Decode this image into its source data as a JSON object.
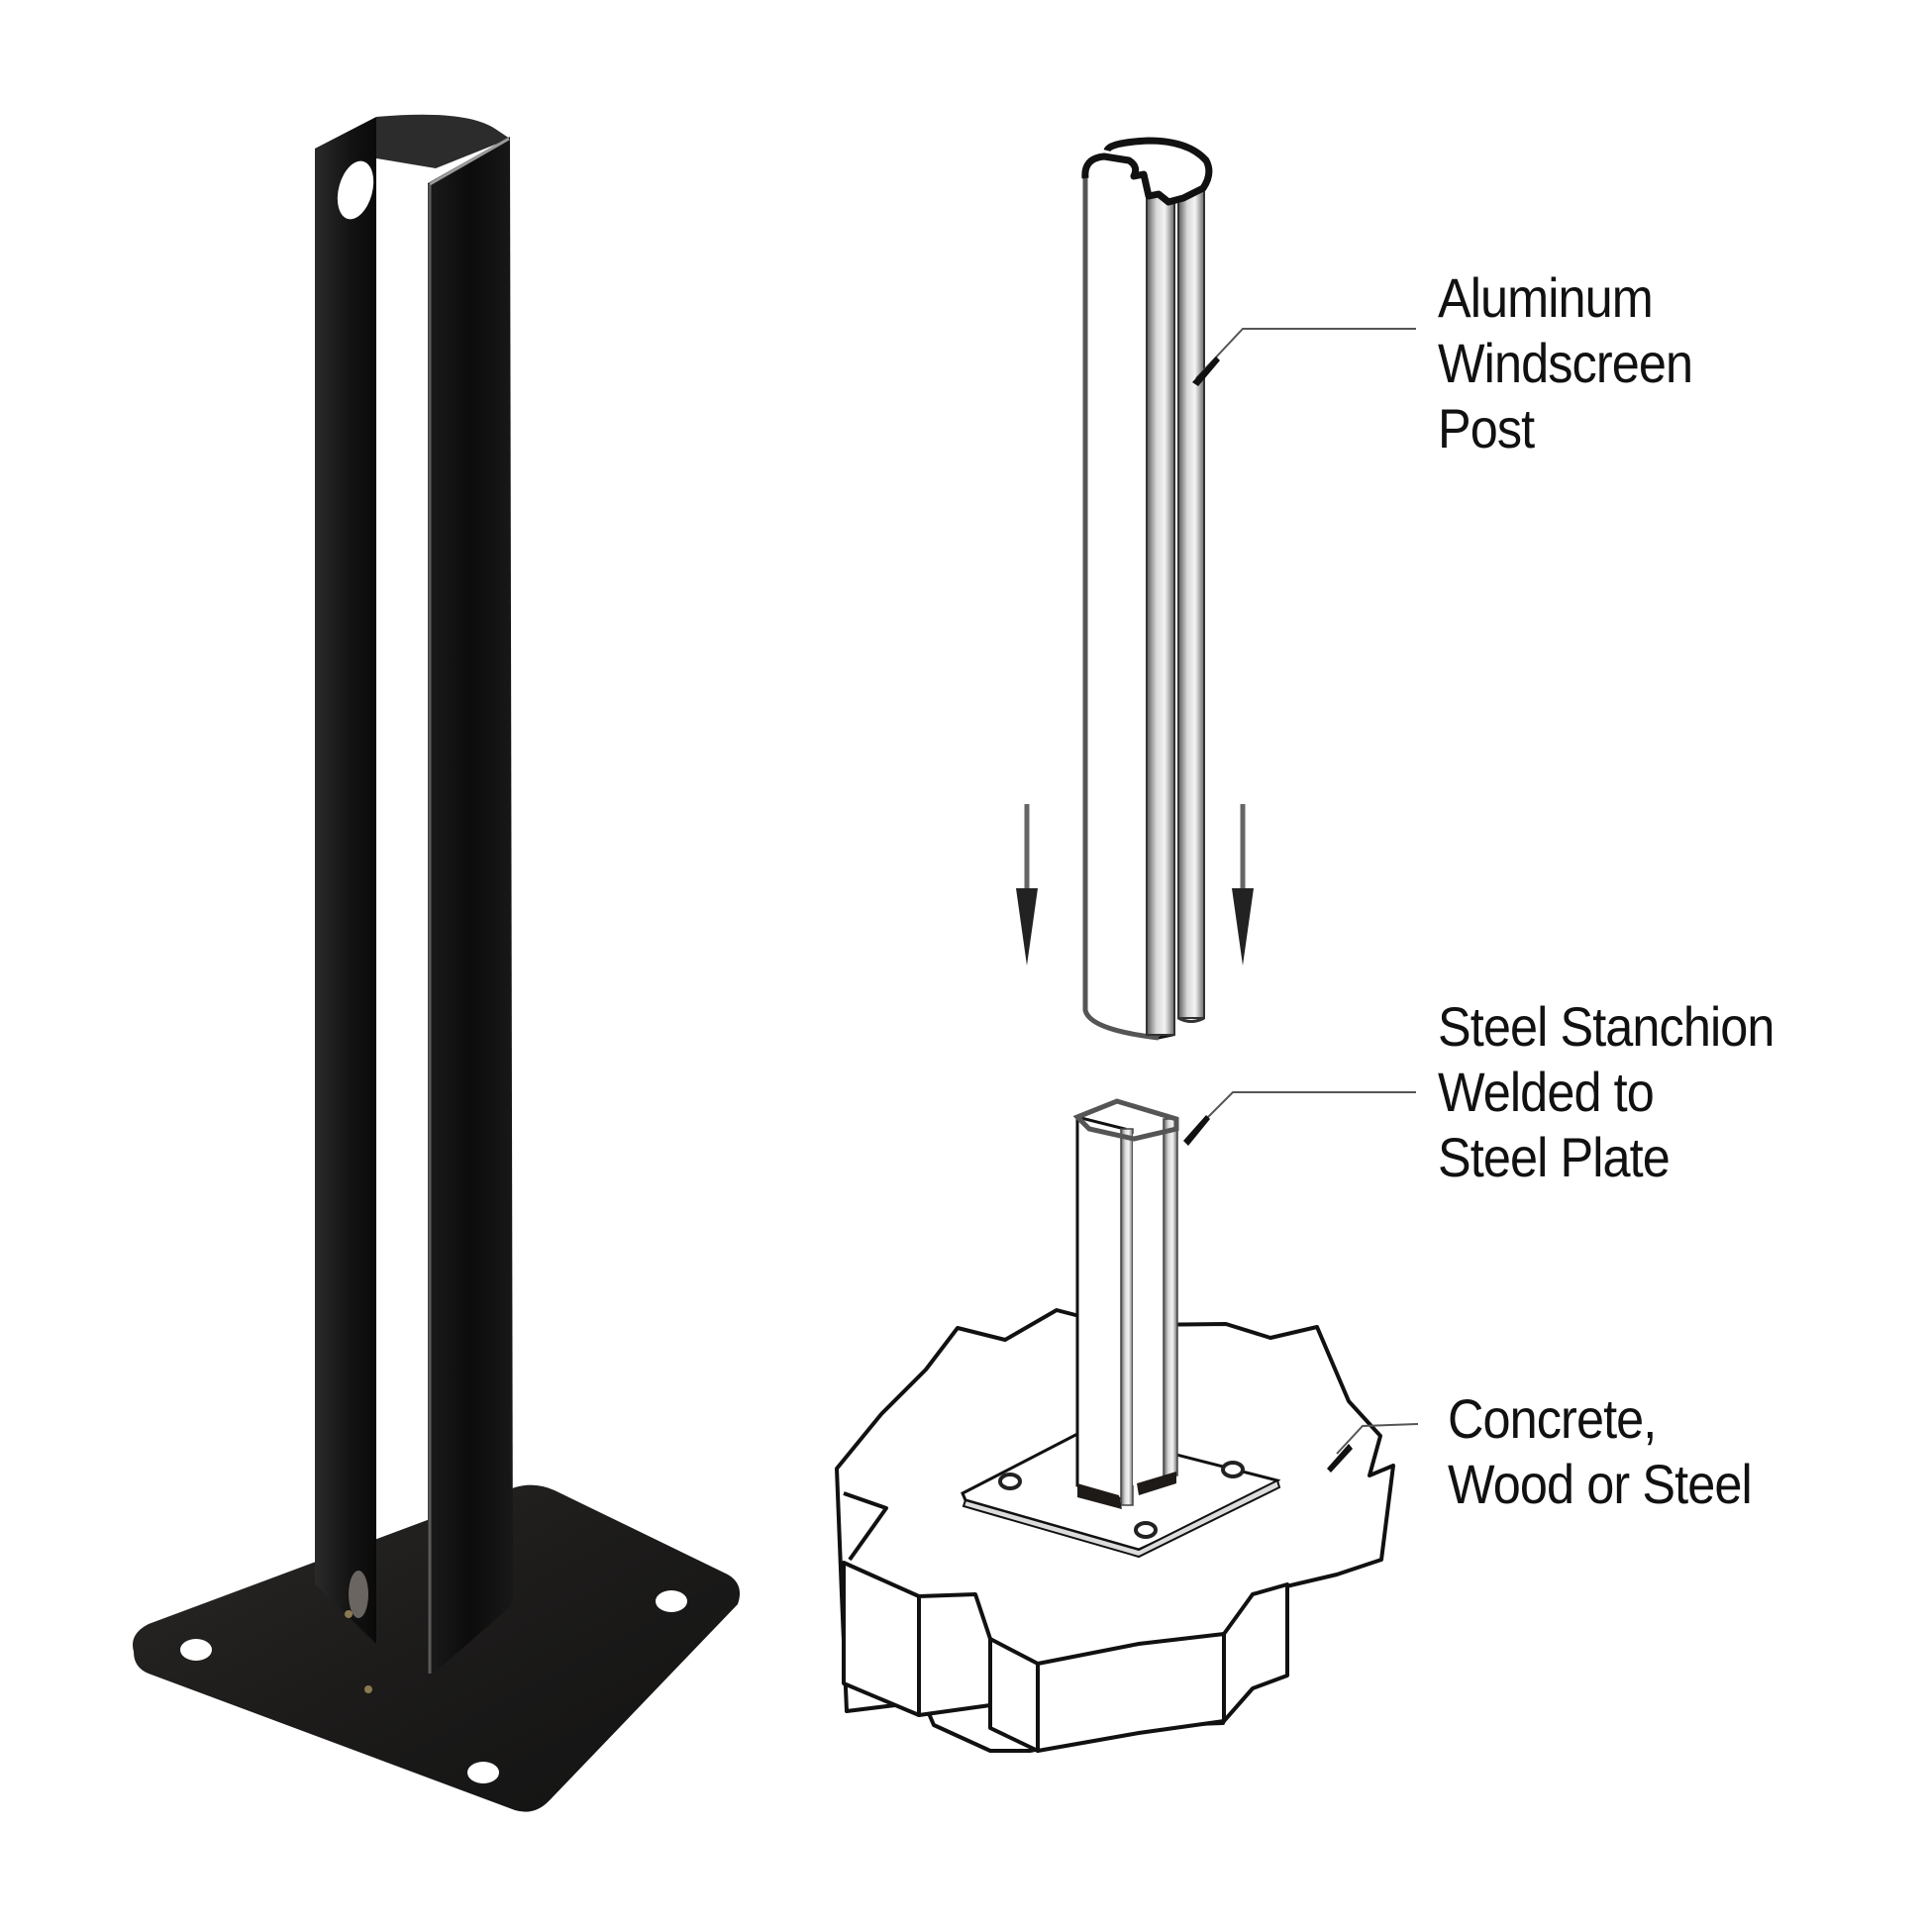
{
  "diagram": {
    "type": "product-installation-diagram",
    "background": "#ffffff",
    "photo": {
      "subject": "black steel stanchion post welded to square base plate",
      "color": "#141414",
      "base_plate_holes": 4,
      "post_holes": 2
    },
    "illustration": {
      "components": [
        {
          "id": "aluminum-post",
          "label_lines": [
            "Aluminum",
            "Windscreen",
            "Post"
          ],
          "label": "Aluminum Windscreen Post"
        },
        {
          "id": "steel-stanchion",
          "label_lines": [
            "Steel Stanchion",
            "Welded to",
            "Steel Plate"
          ],
          "label": "Steel Stanchion Welded to Steel Plate"
        },
        {
          "id": "mounting-surface",
          "label_lines": [
            "Concrete,",
            "Wood or Steel"
          ],
          "label": "Concrete, Wood or Steel"
        }
      ],
      "arrows": {
        "count": 2,
        "direction": "down",
        "icon": "arrow-down-icon"
      },
      "line_color": "#111111",
      "metal_color": "#8a8a8a"
    }
  }
}
